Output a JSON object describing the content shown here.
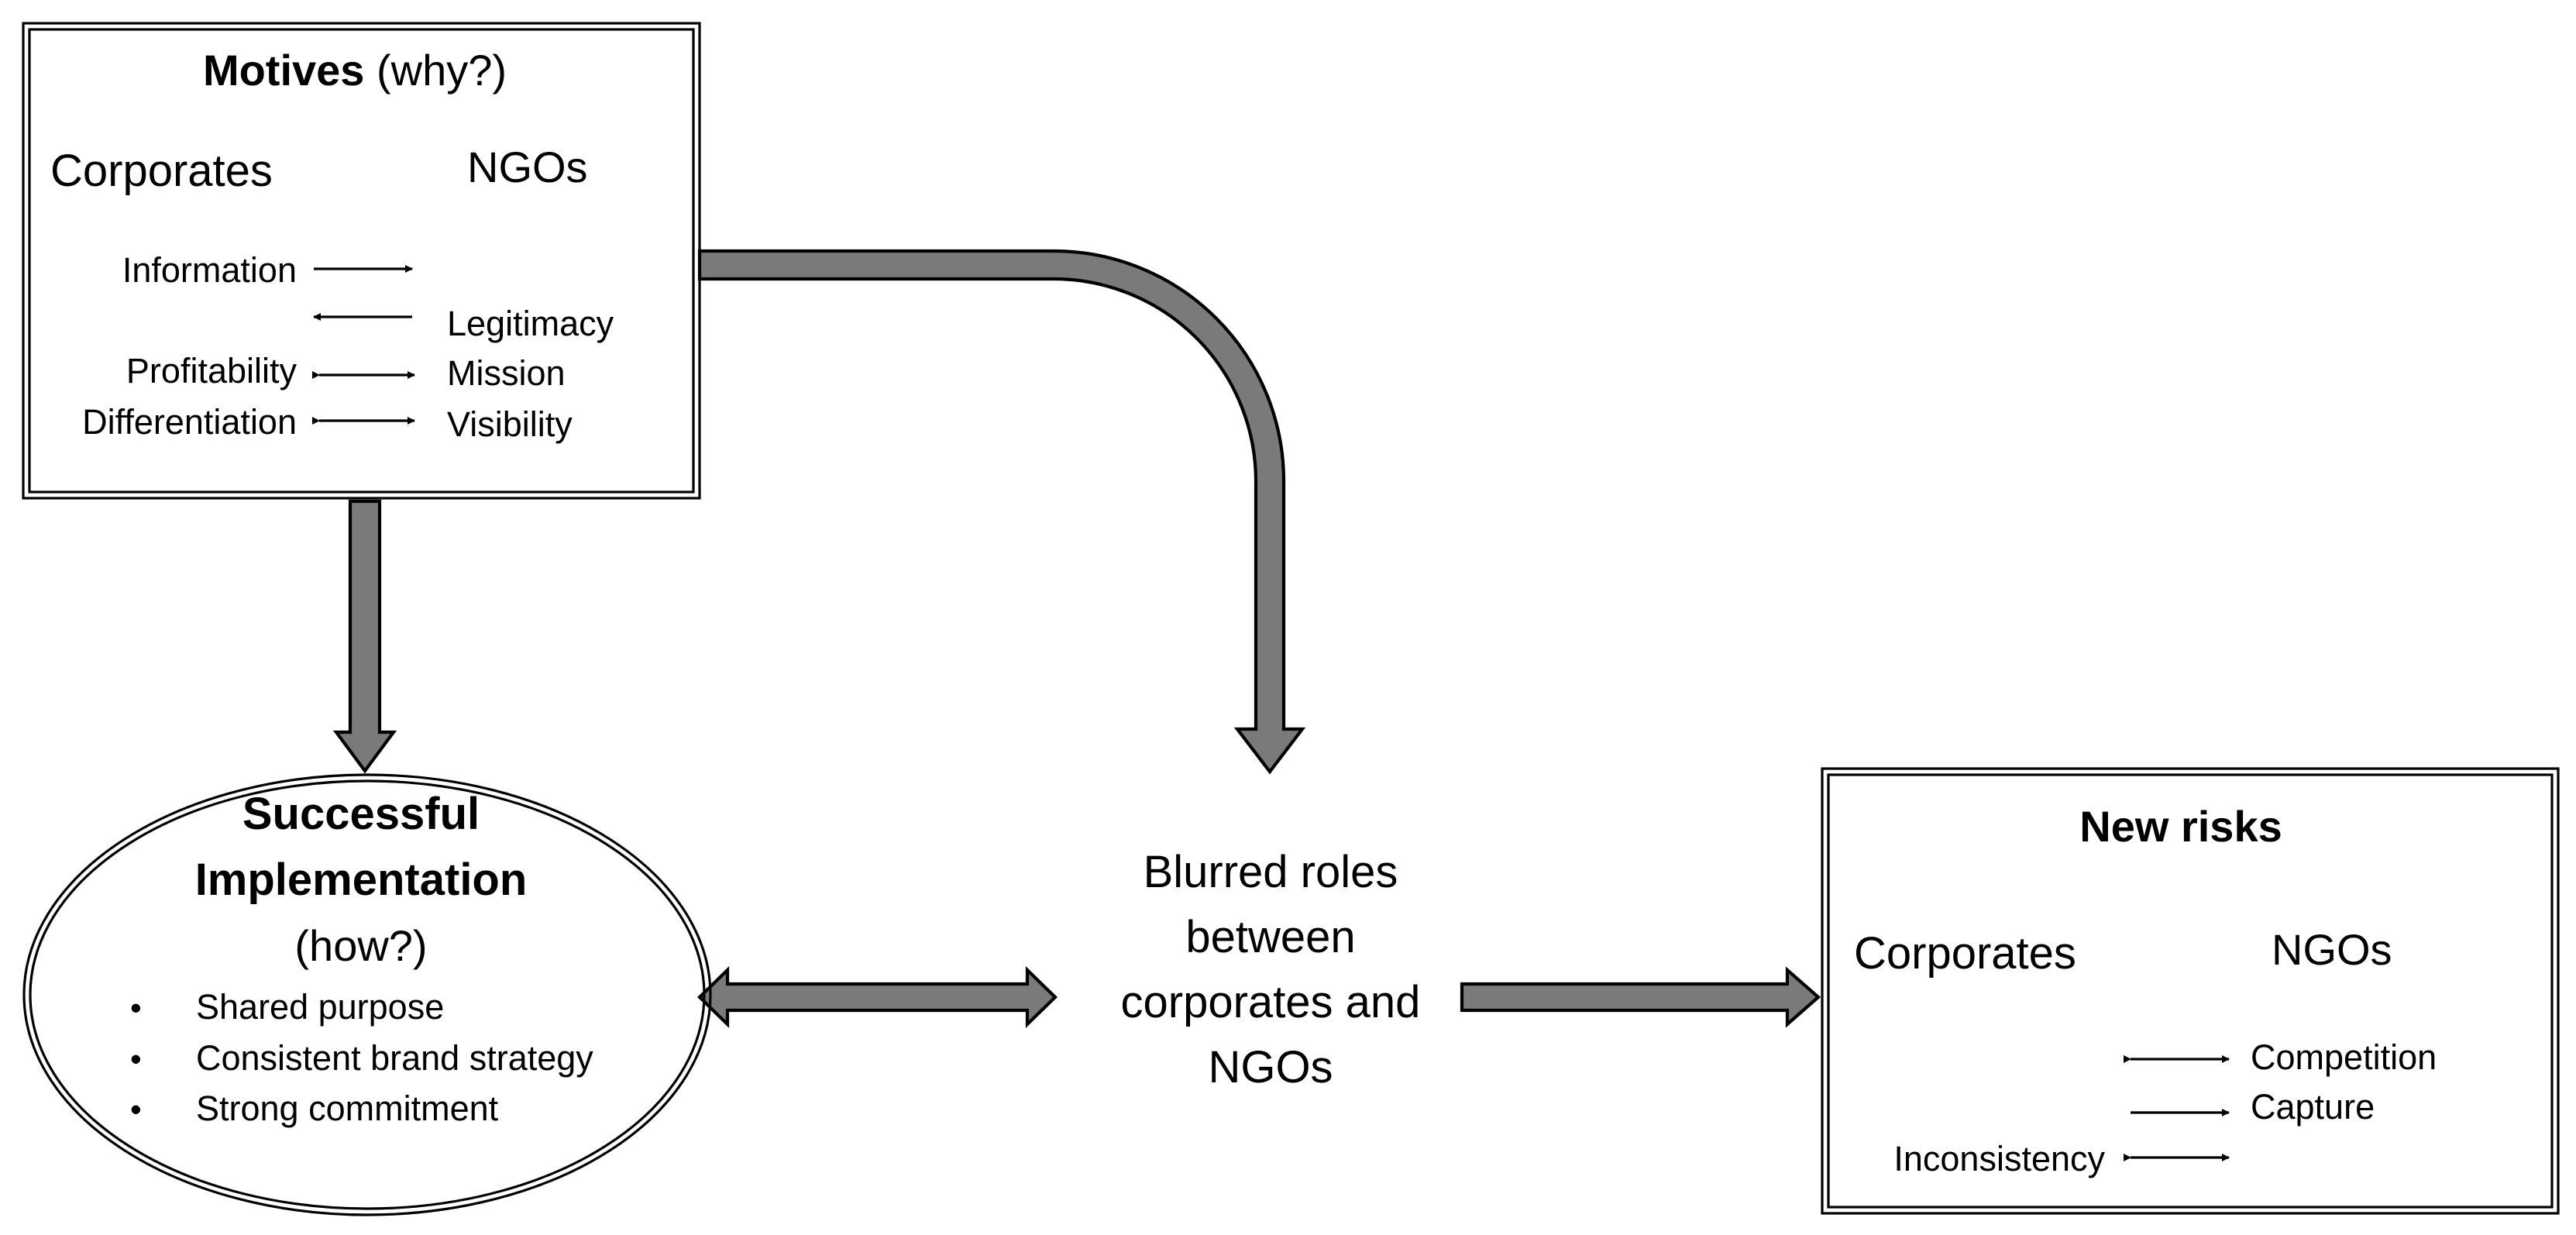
{
  "motives": {
    "title_bold": "Motives",
    "title_rest": "(why?)",
    "col_corporates": "Corporates",
    "col_ngos": "NGOs",
    "rows": {
      "information": "Information",
      "legitimacy": "Legitimacy",
      "profitability": "Profitability",
      "mission": "Mission",
      "differentiation": "Differentiation",
      "visibility": "Visibility"
    }
  },
  "implementation": {
    "title_line1": "Successful",
    "title_line2": "Implementation",
    "subtitle": "(how?)",
    "bullet_char": "•",
    "bullets": [
      "Shared purpose",
      "Consistent brand strategy",
      "Strong commitment"
    ]
  },
  "center": {
    "lines": [
      "Blurred roles",
      "between",
      "corporates and",
      "NGOs"
    ]
  },
  "risks": {
    "title": "New risks",
    "col_corporates": "Corporates",
    "col_ngos": "NGOs",
    "rows": {
      "competition": "Competition",
      "capture": "Capture",
      "inconsistency": "Inconsistency"
    }
  },
  "colors": {
    "connector_fill": "#7a7a7a",
    "stroke": "#000000",
    "background": "#ffffff"
  }
}
